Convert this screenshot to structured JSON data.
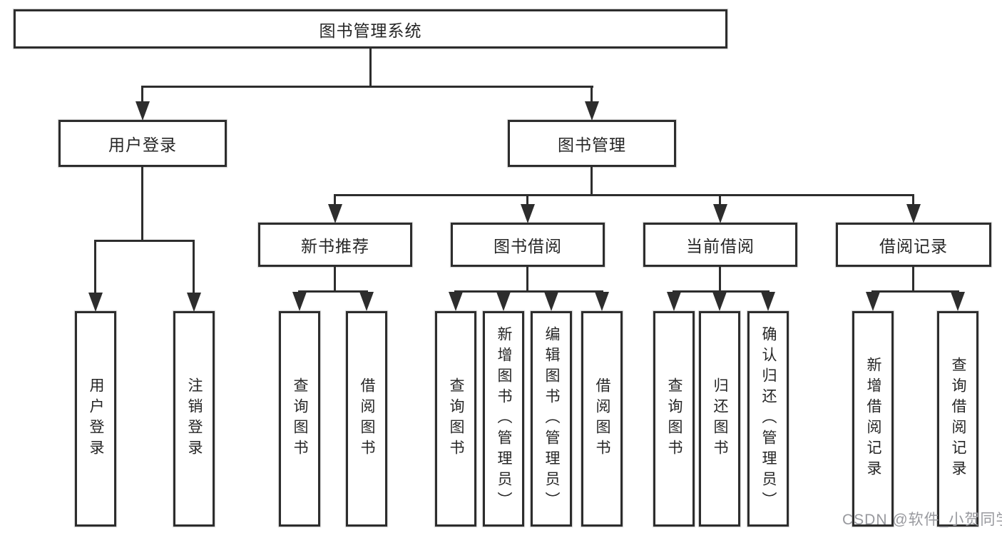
{
  "root": {
    "label": "图书管理系统"
  },
  "branches": [
    {
      "label": "用户登录",
      "children": [
        {
          "label": "用户登录"
        },
        {
          "label": "注销登录"
        }
      ]
    },
    {
      "label": "图书管理",
      "sections": [
        {
          "label": "新书推荐",
          "children": [
            {
              "label": "查询图书"
            },
            {
              "label": "借阅图书"
            }
          ]
        },
        {
          "label": "图书借阅",
          "children": [
            {
              "label": "查询图书"
            },
            {
              "label": "新增图书（管理员）"
            },
            {
              "label": "编辑图书（管理员）"
            },
            {
              "label": "借阅图书"
            }
          ]
        },
        {
          "label": "当前借阅",
          "children": [
            {
              "label": "查询图书"
            },
            {
              "label": "归还图书"
            },
            {
              "label": "确认归还（管理员）"
            }
          ]
        },
        {
          "label": "借阅记录",
          "children": [
            {
              "label": "新增借阅记录"
            },
            {
              "label": "查询借阅记录"
            }
          ]
        }
      ]
    }
  ],
  "watermark": {
    "text": "CSDN @软件_小贺同学"
  },
  "colors": {
    "line": "#2d2d2d",
    "box_fill": "#ffffff",
    "text": "#262626",
    "watermark": "#98999e"
  }
}
